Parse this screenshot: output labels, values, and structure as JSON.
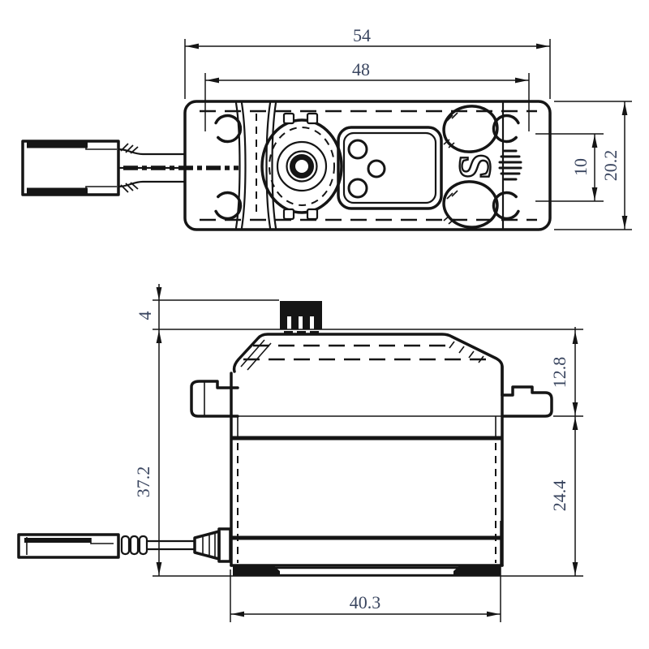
{
  "views": {
    "top": {
      "dimensions": {
        "overall_length": "54",
        "mount_spacing": "48",
        "tab_slot_span": "10",
        "overall_width": "20.2"
      },
      "logo": "S"
    },
    "side": {
      "dimensions": {
        "shaft_height": "4",
        "total_height": "37.2",
        "upper_height": "12.8",
        "lower_height": "24.4",
        "case_length": "40.3"
      }
    }
  },
  "colors": {
    "line": "#151515",
    "dim_text": "#39455f",
    "background": "#ffffff"
  }
}
